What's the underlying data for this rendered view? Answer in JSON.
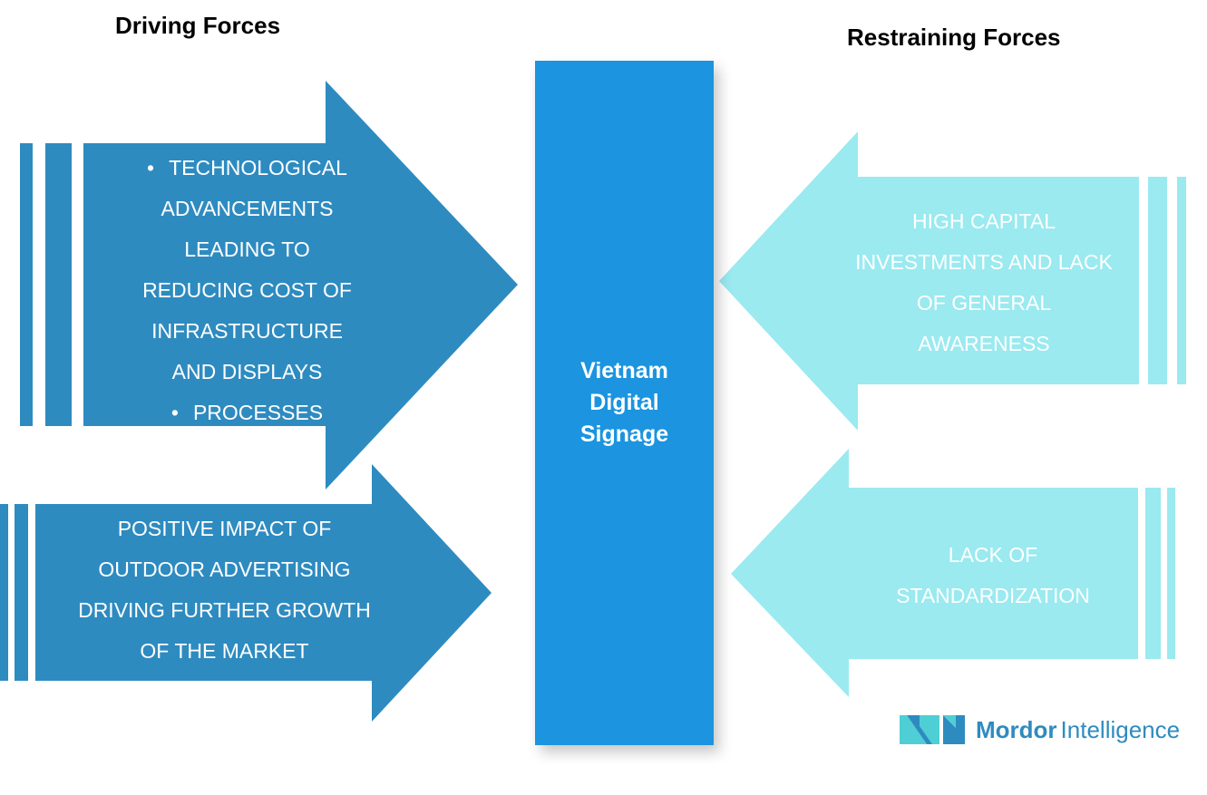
{
  "headings": {
    "driving": "Driving Forces",
    "restraining": "Restraining Forces"
  },
  "center": {
    "title_lines": [
      "Vietnam",
      "Digital",
      "Signage"
    ]
  },
  "driving_forces": [
    {
      "lines": [
        {
          "text": "TECHNOLOGICAL",
          "bullet": true
        },
        {
          "text": "ADVANCEMENTS",
          "bullet": false
        },
        {
          "text": "LEADING TO",
          "bullet": false
        },
        {
          "text": "REDUCING COST OF",
          "bullet": false
        },
        {
          "text": "INFRASTRUCTURE",
          "bullet": false
        },
        {
          "text": "AND DISPLAYS",
          "bullet": false
        },
        {
          "text": "PROCESSES",
          "bullet": true
        }
      ]
    },
    {
      "lines": [
        {
          "text": "POSITIVE IMPACT OF",
          "bullet": false
        },
        {
          "text": "OUTDOOR ADVERTISING",
          "bullet": false
        },
        {
          "text": "DRIVING FURTHER GROWTH",
          "bullet": false
        },
        {
          "text": "OF THE MARKET",
          "bullet": false
        }
      ]
    }
  ],
  "restraining_forces": [
    {
      "lines": [
        {
          "text": "HIGH CAPITAL"
        },
        {
          "text": "INVESTMENTS AND LACK"
        },
        {
          "text": "OF GENERAL"
        },
        {
          "text": "AWARENESS"
        }
      ]
    },
    {
      "lines": [
        {
          "text": "LACK OF"
        },
        {
          "text": "STANDARDIZATION"
        }
      ]
    }
  ],
  "colors": {
    "driving_arrow": "#2e8bc0",
    "restraining_arrow": "#9aeaf0",
    "center_box": "#1c94df",
    "logo_dark": "#2e8bc0",
    "logo_light": "#4ecfd5"
  },
  "logo": {
    "bold": "Mordor",
    "light": "Intelligence"
  }
}
